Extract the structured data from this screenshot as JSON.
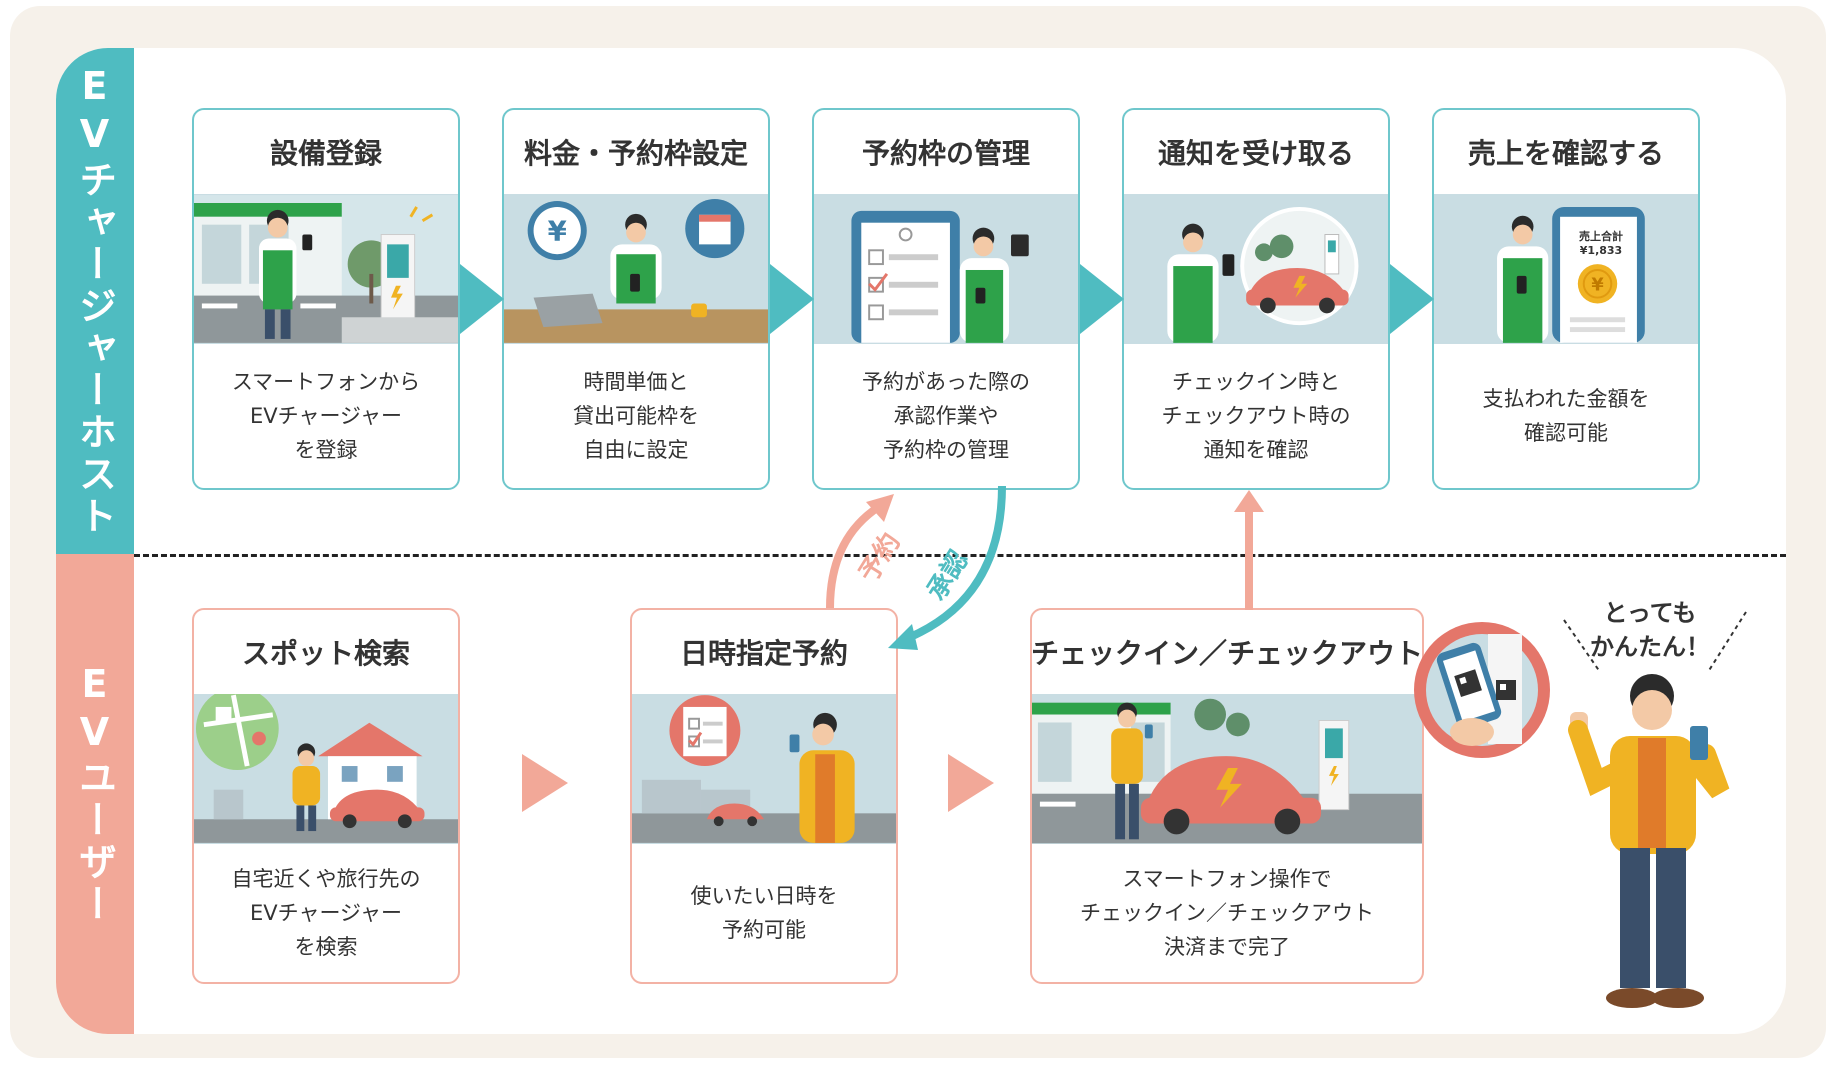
{
  "sections": {
    "host": "EVチャージャーホスト",
    "user": "EVユーザー"
  },
  "host_steps": [
    {
      "title": "設備登録",
      "desc": [
        "スマートフォンから",
        "EVチャージャー",
        "を登録"
      ]
    },
    {
      "title": "料金・予約枠設定",
      "desc": [
        "時間単価と",
        "貸出可能枠を",
        "自由に設定"
      ]
    },
    {
      "title": "予約枠の管理",
      "desc": [
        "予約があった際の",
        "承認作業や",
        "予約枠の管理"
      ]
    },
    {
      "title": "通知を受け取る",
      "desc": [
        "チェックイン時と",
        "チェックアウト時の",
        "通知を確認"
      ]
    },
    {
      "title": "売上を確認する",
      "desc": [
        "支払われた金額を",
        "確認可能"
      ],
      "phone_label": "売上合計",
      "phone_amount": "¥1,833"
    }
  ],
  "user_steps": [
    {
      "title": "スポット検索",
      "desc": [
        "自宅近くや旅行先の",
        "EVチャージャー",
        "を検索"
      ]
    },
    {
      "title": "日時指定予約",
      "desc": [
        "使いたい日時を",
        "予約可能"
      ]
    },
    {
      "title": "チェックイン／チェックアウト",
      "desc": [
        "スマートフォン操作で",
        "チェックイン／チェックアウト",
        "決済まで完了"
      ]
    }
  ],
  "flow_labels": {
    "reserve": "予約",
    "approve": "承認"
  },
  "speech": [
    "とっても",
    "かんたん！"
  ],
  "colors": {
    "teal": "#4fbcc1",
    "pink": "#f2a898",
    "green": "#2ea24a",
    "orange": "#f0b323",
    "car": "#e4766a"
  }
}
